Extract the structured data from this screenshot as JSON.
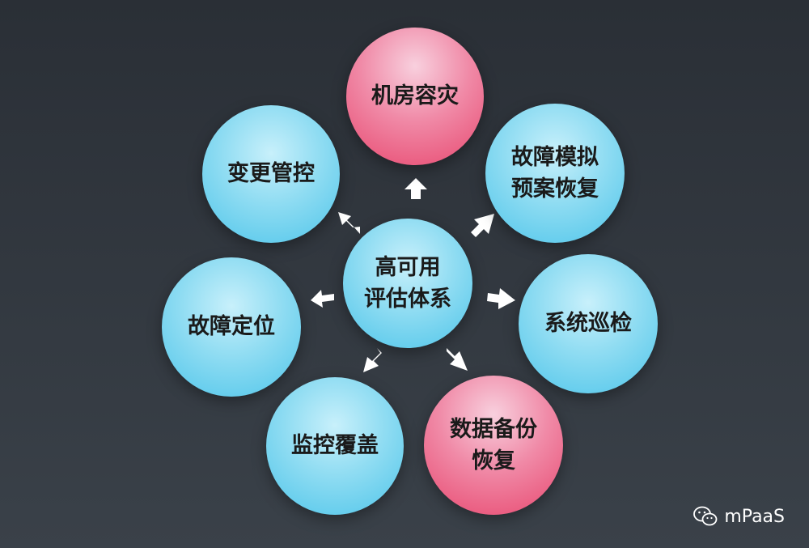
{
  "diagram": {
    "center": {
      "label": "高可用\n评估体系"
    },
    "nodes": [
      {
        "id": "top",
        "label": "机房容灾",
        "color": "pink"
      },
      {
        "id": "upper-left",
        "label": "变更管控",
        "color": "blue"
      },
      {
        "id": "upper-right",
        "label": "故障模拟\n预案恢复",
        "color": "blue"
      },
      {
        "id": "left",
        "label": "故障定位",
        "color": "blue"
      },
      {
        "id": "right",
        "label": "系统巡检",
        "color": "blue"
      },
      {
        "id": "lower-left",
        "label": "监控覆盖",
        "color": "blue"
      },
      {
        "id": "lower-right",
        "label": "数据备份\n恢复",
        "color": "pink"
      }
    ],
    "colors": {
      "blue": "#4ec5ea",
      "pink": "#e8486f",
      "arrow": "#ffffff",
      "background": "#2f353c"
    }
  },
  "watermark": {
    "icon": "wechat-icon",
    "text": "mPaaS"
  }
}
